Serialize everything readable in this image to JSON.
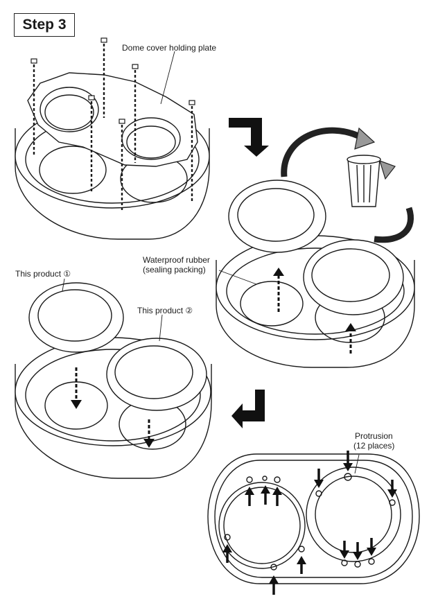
{
  "step": {
    "title": "Step 3"
  },
  "labels": {
    "dome_cover_holding_plate": "Dome cover holding plate",
    "waterproof_rubber_line1": "Waterproof rubber",
    "waterproof_rubber_line2": "(sealing packing)",
    "this_product_1": "This product ①",
    "this_product_2": "This product ②",
    "protrusion_line1": "Protrusion",
    "protrusion_line2": "(12 places)"
  }
}
